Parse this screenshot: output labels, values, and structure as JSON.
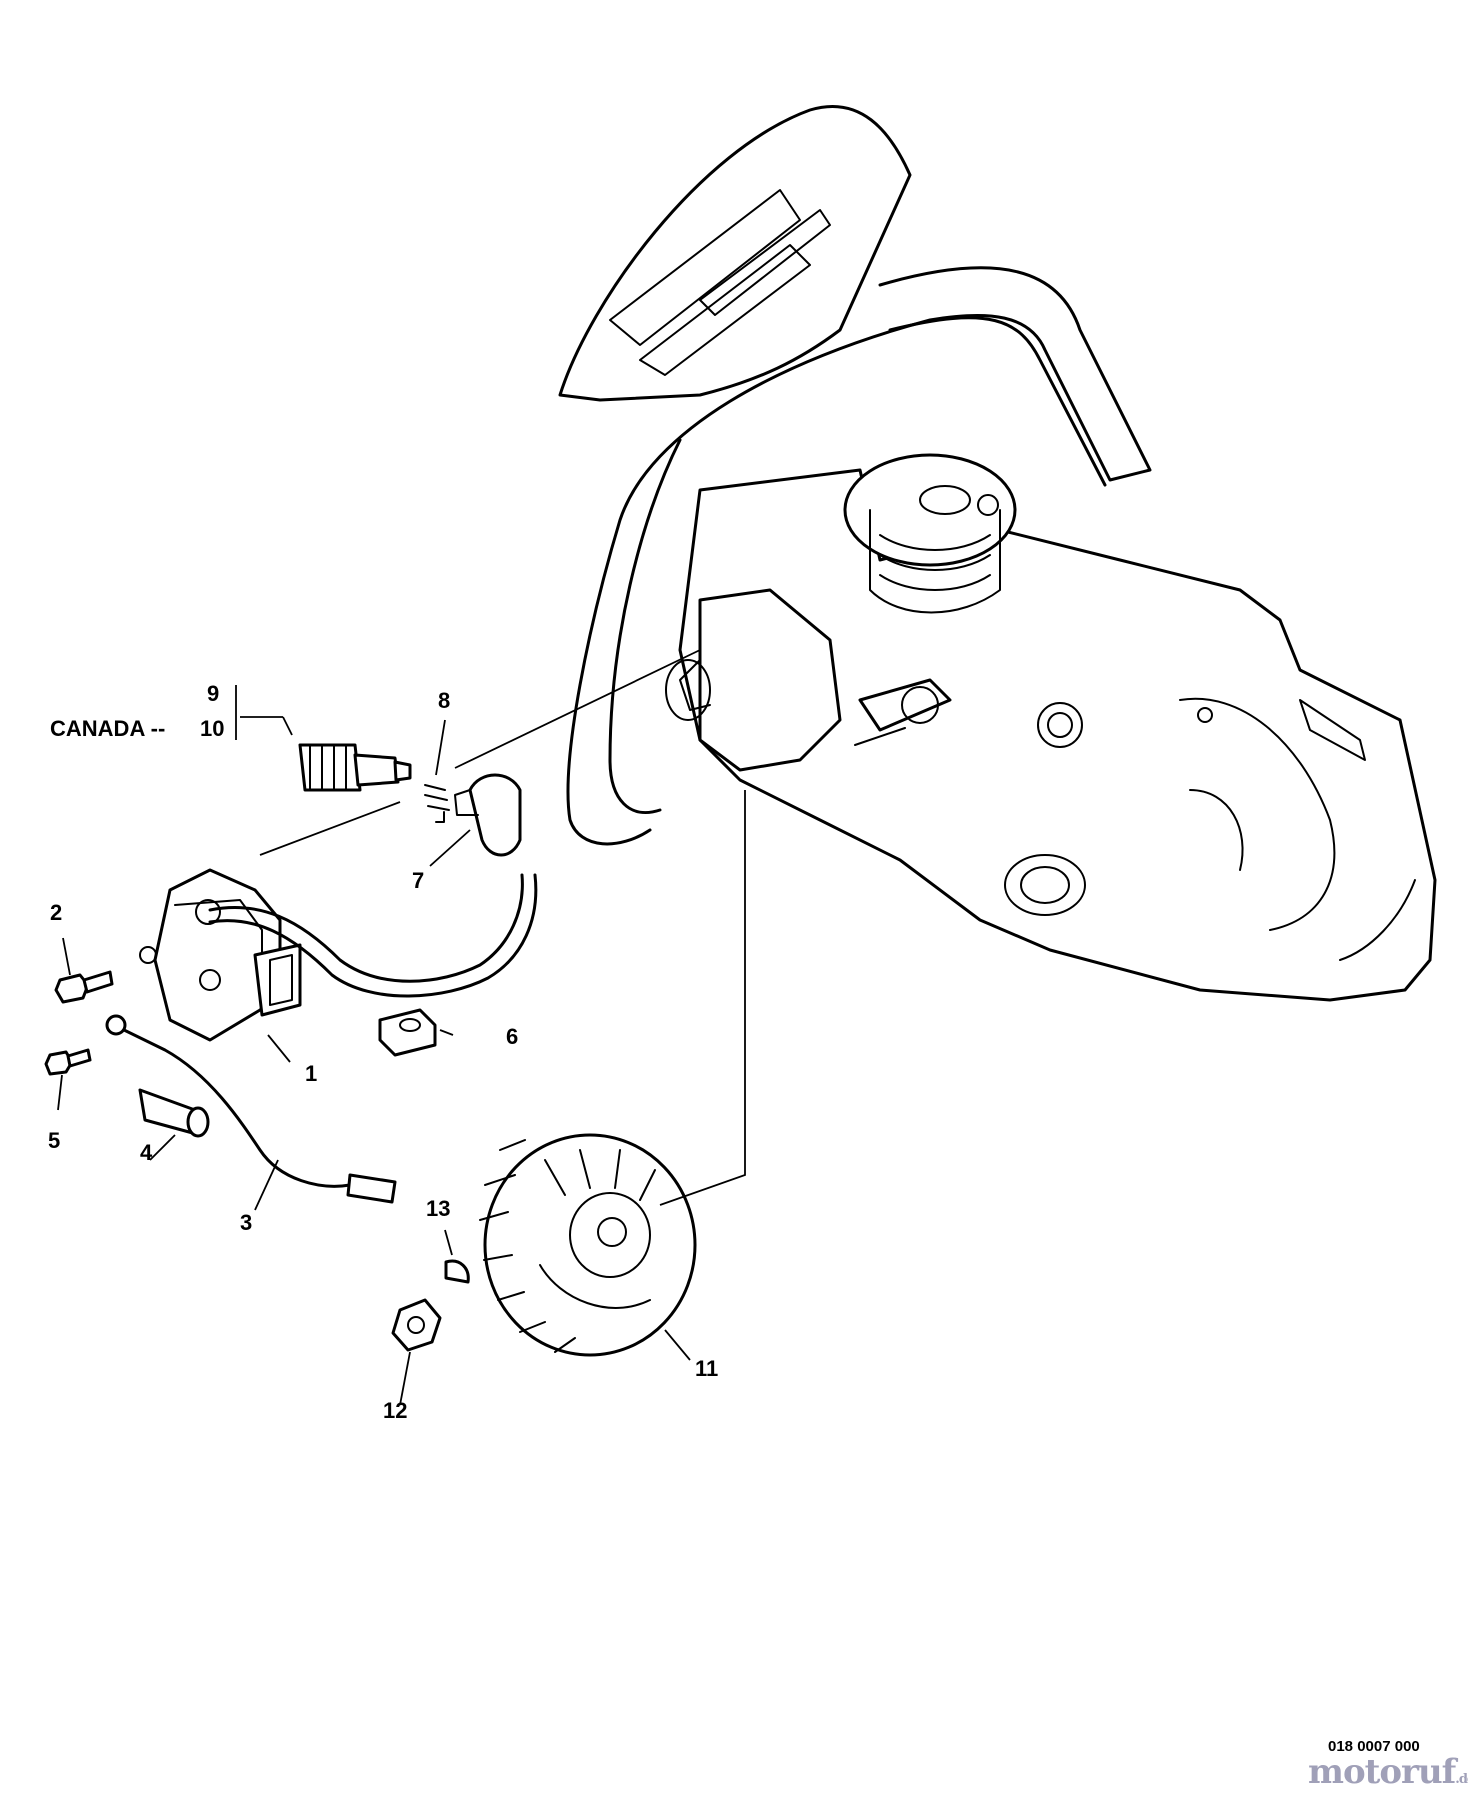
{
  "callouts": {
    "c1": "1",
    "c2": "2",
    "c3": "3",
    "c4": "4",
    "c5": "5",
    "c6": "6",
    "c7": "7",
    "c8": "8",
    "c9": "9",
    "c10": "10",
    "c11": "11",
    "c12": "12",
    "c13": "13",
    "canada": "CANADA --"
  },
  "drawing_number": "018 0007 000",
  "watermark": {
    "name": "motoruf",
    "tld": ".de"
  },
  "icons": [
    "chainsaw-body",
    "ignition-module",
    "spark-plug",
    "flywheel"
  ]
}
